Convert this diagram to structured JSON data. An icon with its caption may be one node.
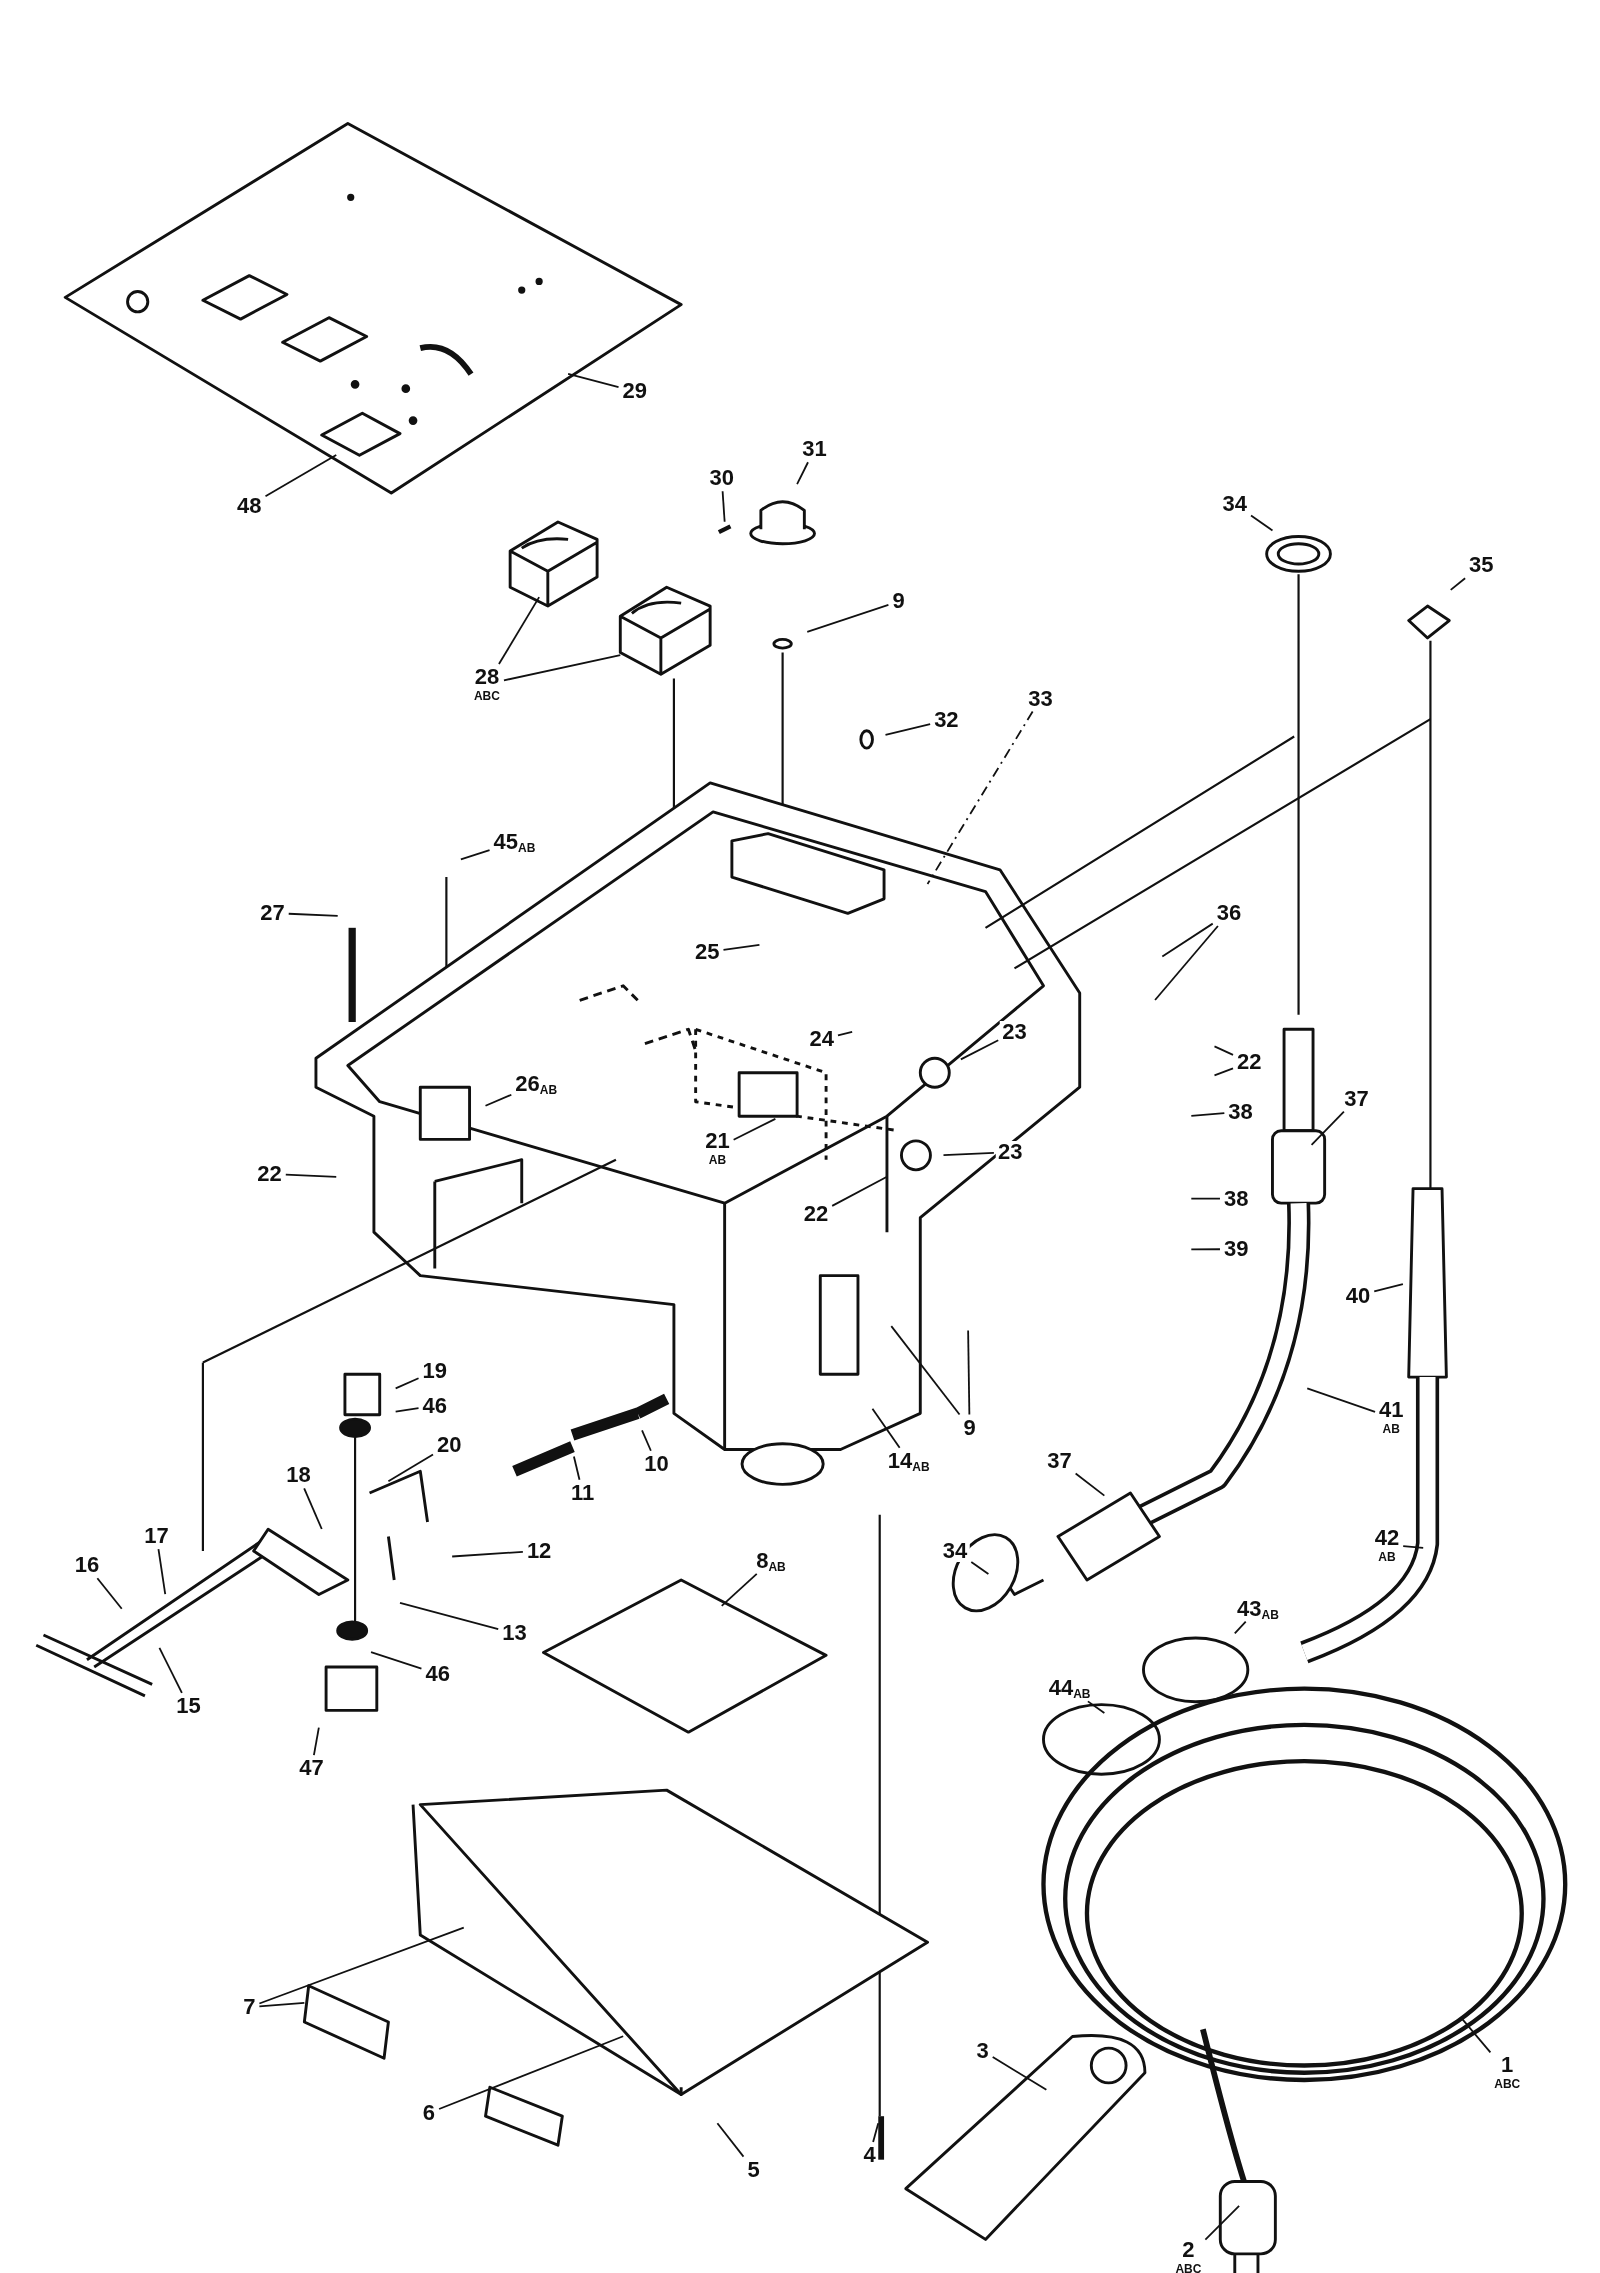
{
  "diagram": {
    "nodes": [
      {
        "text": [
          "29"
        ]
      },
      {
        "text": [
          "48"
        ]
      },
      {
        "text": [
          "30"
        ]
      },
      {
        "text": [
          "31"
        ]
      },
      {
        "text": [
          "34"
        ]
      },
      {
        "text": [
          "35"
        ]
      },
      {
        "text": [
          "9"
        ]
      },
      {
        "text": [
          "28",
          "ABC"
        ]
      },
      {
        "text": [
          "33"
        ]
      },
      {
        "text": [
          "32"
        ]
      },
      {
        "text": [
          "45$_{AB}$"
        ]
      },
      {
        "text": [
          "27"
        ]
      },
      {
        "text": [
          "36"
        ]
      },
      {
        "text": [
          "25"
        ]
      },
      {
        "text": [
          "23"
        ]
      },
      {
        "text": [
          "24"
        ]
      },
      {
        "text": [
          "22"
        ]
      },
      {
        "text": [
          "26$_{AB}$"
        ]
      },
      {
        "text": [
          "37"
        ]
      },
      {
        "text": [
          "38"
        ]
      },
      {
        "text": [
          "21",
          "AB"
        ]
      },
      {
        "text": [
          "22"
        ]
      },
      {
        "text": [
          "23"
        ]
      },
      {
        "text": [
          "22"
        ]
      },
      {
        "text": [
          "38"
        ]
      },
      {
        "text": [
          "39"
        ]
      },
      {
        "text": [
          "40"
        ]
      },
      {
        "text": [
          "19"
        ]
      },
      {
        "text": [
          "46"
        ]
      },
      {
        "text": [
          "41",
          "AB"
        ]
      },
      {
        "text": [
          "9"
        ]
      },
      {
        "text": [
          "20"
        ]
      },
      {
        "text": [
          "14$_{AB}$"
        ]
      },
      {
        "text": [
          "10"
        ]
      },
      {
        "text": [
          "37"
        ]
      },
      {
        "text": [
          "18"
        ]
      },
      {
        "text": [
          "11"
        ]
      },
      {
        "text": [
          "42",
          "AB"
        ]
      },
      {
        "text": [
          "34"
        ]
      },
      {
        "text": [
          "12"
        ]
      },
      {
        "text": [
          "8$_{AB}$"
        ]
      },
      {
        "text": [
          "17"
        ]
      },
      {
        "text": [
          "16"
        ]
      },
      {
        "text": [
          "43$_{AB}$"
        ]
      },
      {
        "text": [
          "13"
        ]
      },
      {
        "text": [
          "46"
        ]
      },
      {
        "text": [
          "44$_{AB}$"
        ]
      },
      {
        "text": [
          "15"
        ]
      },
      {
        "text": [
          "47"
        ]
      },
      {
        "text": [
          "7"
        ]
      },
      {
        "text": [
          "1",
          "ABC"
        ]
      },
      {
        "text": [
          "3"
        ]
      },
      {
        "text": [
          "6"
        ]
      },
      {
        "text": [
          "4"
        ]
      },
      {
        "text": [
          "5"
        ]
      },
      {
        "text": [
          "2",
          "ABC"
        ]
      }
    ],
    "edges": [
      {
        "from": 0,
        "to": null,
        "arrow": "none"
      },
      {
        "from": 1,
        "to": null,
        "arrow": "none"
      },
      {
        "from": 2,
        "to": null,
        "arrow": "none"
      },
      {
        "from": 3,
        "to": null,
        "arrow": "none"
      },
      {
        "from": 4,
        "to": null,
        "arrow": "none"
      },
      {
        "from": 5,
        "to": null,
        "arrow": "none"
      },
      {
        "from": 6,
        "to": null,
        "arrow": "none"
      },
      {
        "from": 7,
        "to": null,
        "arrow": "none"
      },
      {
        "from": 7,
        "to": null,
        "arrow": "none"
      },
      {
        "from": 8,
        "to": null,
        "arrow": "none",
        "style": "dashed"
      },
      {
        "from": 9,
        "to": null,
        "arrow": "none"
      },
      {
        "from": 10,
        "to": null,
        "arrow": "none"
      },
      {
        "from": 11,
        "to": null,
        "arrow": "none"
      },
      {
        "from": 12,
        "to": null,
        "arrow": "none"
      },
      {
        "from": 12,
        "to": null,
        "arrow": "none"
      },
      {
        "from": 13,
        "to": null,
        "arrow": "none"
      },
      {
        "from": 14,
        "to": null,
        "arrow": "none"
      },
      {
        "from": 15,
        "to": null,
        "arrow": "none"
      },
      {
        "from": 16,
        "to": null,
        "arrow": "none"
      },
      {
        "from": 16,
        "to": null,
        "arrow": "none"
      },
      {
        "from": 17,
        "to": null,
        "arrow": "none"
      },
      {
        "from": 18,
        "to": null,
        "arrow": "none"
      },
      {
        "from": 19,
        "to": null,
        "arrow": "none"
      },
      {
        "from": 20,
        "to": null,
        "arrow": "none"
      },
      {
        "from": 21,
        "to": null,
        "arrow": "none"
      },
      {
        "from": 22,
        "to": null,
        "arrow": "none"
      },
      {
        "from": 23,
        "to": null,
        "arrow": "none"
      },
      {
        "from": 24,
        "to": null,
        "arrow": "none"
      },
      {
        "from": 25,
        "to": null,
        "arrow": "none"
      },
      {
        "from": 26,
        "to": null,
        "arrow": "none"
      },
      {
        "from": 27,
        "to": null,
        "arrow": "none"
      },
      {
        "from": 28,
        "to": null,
        "arrow": "none"
      },
      {
        "from": 29,
        "to": null,
        "arrow": "none"
      },
      {
        "from": 30,
        "to": null,
        "arrow": "none"
      },
      {
        "from": 30,
        "to": null,
        "arrow": "none"
      },
      {
        "from": 31,
        "to": null,
        "arrow": "none"
      },
      {
        "from": 32,
        "to": null,
        "arrow": "none"
      },
      {
        "from": 33,
        "to": null,
        "arrow": "none"
      },
      {
        "from": 34,
        "to": null,
        "arrow": "none"
      },
      {
        "from": 35,
        "to": null,
        "arrow": "none"
      },
      {
        "from": 36,
        "to": null,
        "arrow": "none"
      },
      {
        "from": 37,
        "to": null,
        "arrow": "none"
      },
      {
        "from": 38,
        "to": null,
        "arrow": "none"
      },
      {
        "from": 39,
        "to": null,
        "arrow": "none"
      },
      {
        "from": 40,
        "to": null,
        "arrow": "none"
      },
      {
        "from": 41,
        "to": null,
        "arrow": "none"
      },
      {
        "from": 42,
        "to": null,
        "arrow": "none"
      },
      {
        "from": 43,
        "to": null,
        "arrow": "none"
      },
      {
        "from": 44,
        "to": null,
        "arrow": "none"
      },
      {
        "from": 45,
        "to": null,
        "arrow": "none"
      },
      {
        "from": 46,
        "to": null,
        "arrow": "none"
      },
      {
        "from": 47,
        "to": null,
        "arrow": "none"
      },
      {
        "from": 48,
        "to": null,
        "arrow": "none"
      },
      {
        "from": 49,
        "to": null,
        "arrow": "none"
      },
      {
        "from": 49,
        "to": null,
        "arrow": "none"
      },
      {
        "from": 50,
        "to": null,
        "arrow": "none"
      },
      {
        "from": 51,
        "to": null,
        "arrow": "none"
      },
      {
        "from": 52,
        "to": null,
        "arrow": "none"
      },
      {
        "from": 53,
        "to": null,
        "arrow": "none"
      },
      {
        "from": 54,
        "to": null,
        "arrow": "none"
      },
      {
        "from": 55,
        "to": null,
        "arrow": "none"
      }
    ]
  }
}
